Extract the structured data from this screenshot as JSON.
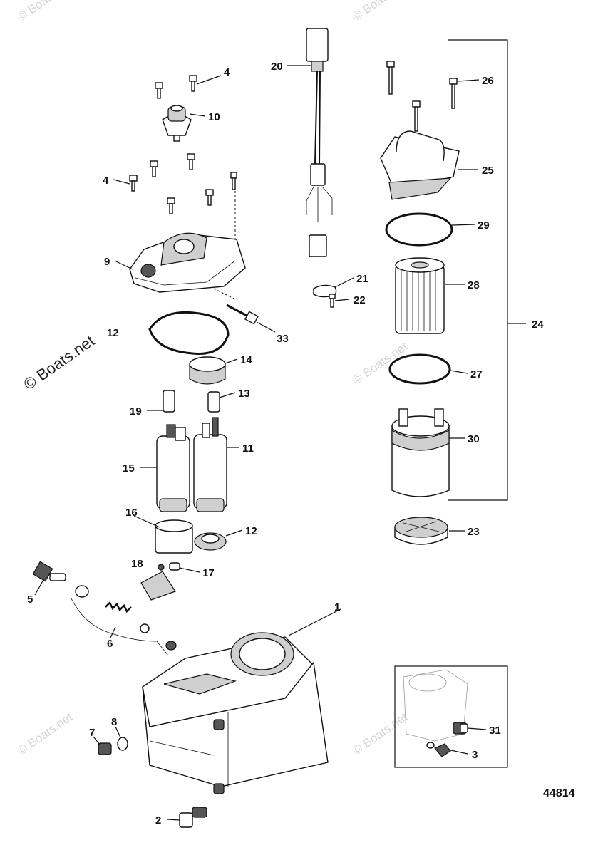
{
  "watermarks": {
    "main": "© Boats.net",
    "faint": "© Boats.net"
  },
  "figure_number": "44814",
  "callouts": [
    "1",
    "2",
    "3",
    "4",
    "4",
    "5",
    "6",
    "7",
    "8",
    "9",
    "10",
    "11",
    "12",
    "12",
    "13",
    "14",
    "15",
    "16",
    "17",
    "18",
    "19",
    "20",
    "21",
    "22",
    "23",
    "24",
    "25",
    "26",
    "27",
    "28",
    "29",
    "30",
    "31",
    "33"
  ],
  "colors": {
    "line": "#111111",
    "part_fill": "#ffffff",
    "shade": "#cfcfcf",
    "watermark": "#d4d4d4"
  }
}
